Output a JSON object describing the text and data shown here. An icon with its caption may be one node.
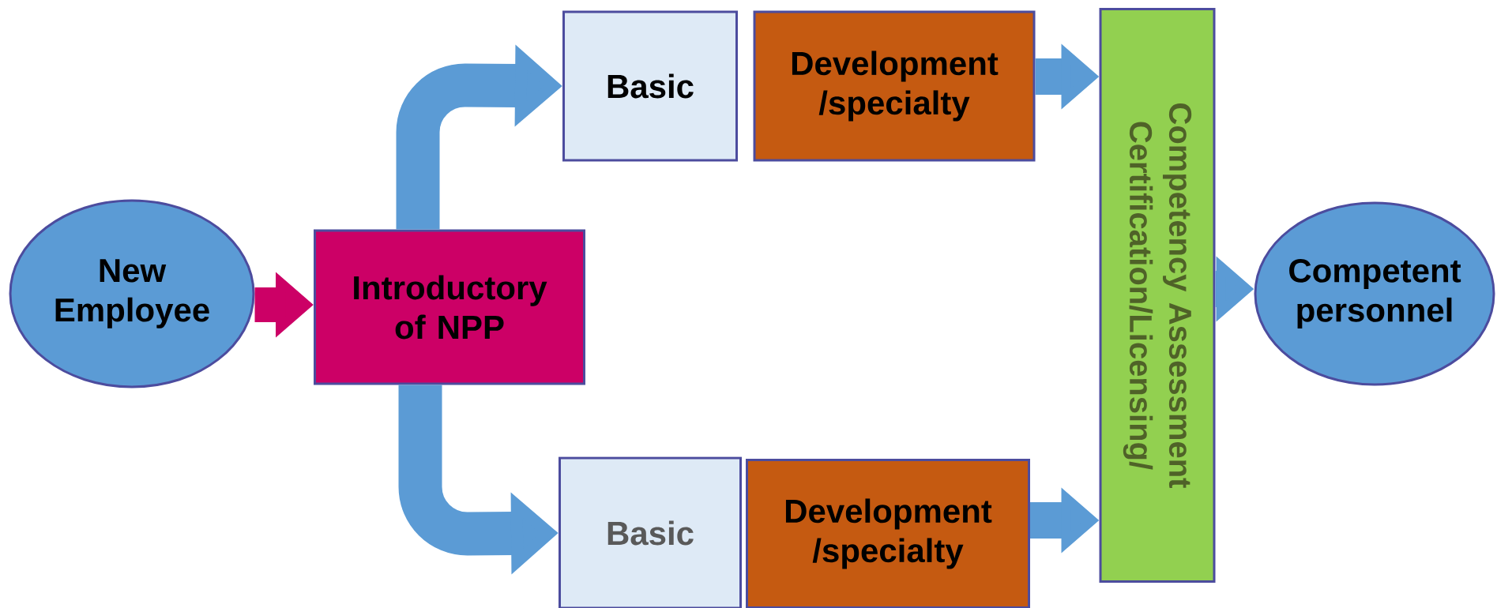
{
  "diagram": {
    "nodes": [
      {
        "text": [
          "New Employee"
        ]
      },
      {
        "text": [
          "Introductory of NPP"
        ]
      },
      {
        "text": [
          "Basic"
        ]
      },
      {
        "text": [
          "Development /specialty"
        ]
      },
      {
        "text": [
          "Basic"
        ]
      },
      {
        "text": [
          "Development /specialty"
        ]
      },
      {
        "text": [
          "Competency Assessment Certification/Licensing/"
        ]
      },
      {
        "text": [
          "Competent personnel"
        ]
      }
    ],
    "edges": [
      {
        "from": 0,
        "to": 1,
        "arrow": "to",
        "color": "#cc0066"
      },
      {
        "from": 1,
        "to": 2,
        "arrow": "to"
      },
      {
        "from": 1,
        "to": 4,
        "arrow": "to"
      },
      {
        "from": 3,
        "to": 6,
        "arrow": "to"
      },
      {
        "from": 5,
        "to": 6,
        "arrow": "to"
      },
      {
        "from": 6,
        "to": 7,
        "arrow": "to"
      }
    ]
  }
}
